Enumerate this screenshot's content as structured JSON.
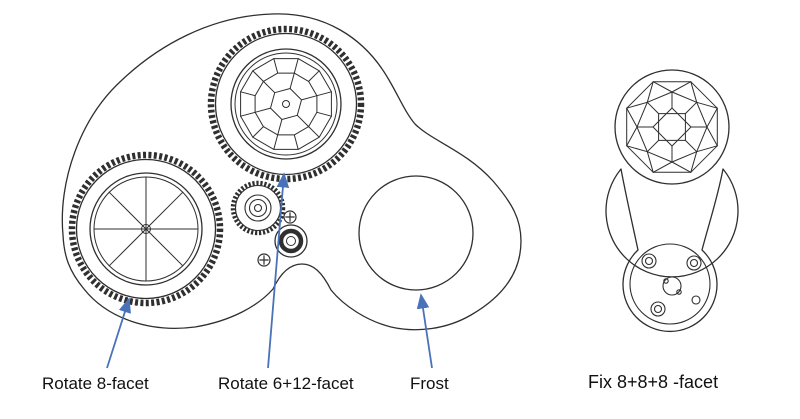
{
  "diagram": {
    "labels": {
      "rotate_8_facet": "Rotate 8-facet",
      "rotate_6_12_facet": "Rotate 6+12-facet",
      "frost": "Frost",
      "fix_8_8_8_facet": "Fix 8+8+8 -facet"
    },
    "colors": {
      "line": "#2f2f2f",
      "arrow": "#4a72b8",
      "text": "#111111",
      "background": "#ffffff"
    }
  }
}
